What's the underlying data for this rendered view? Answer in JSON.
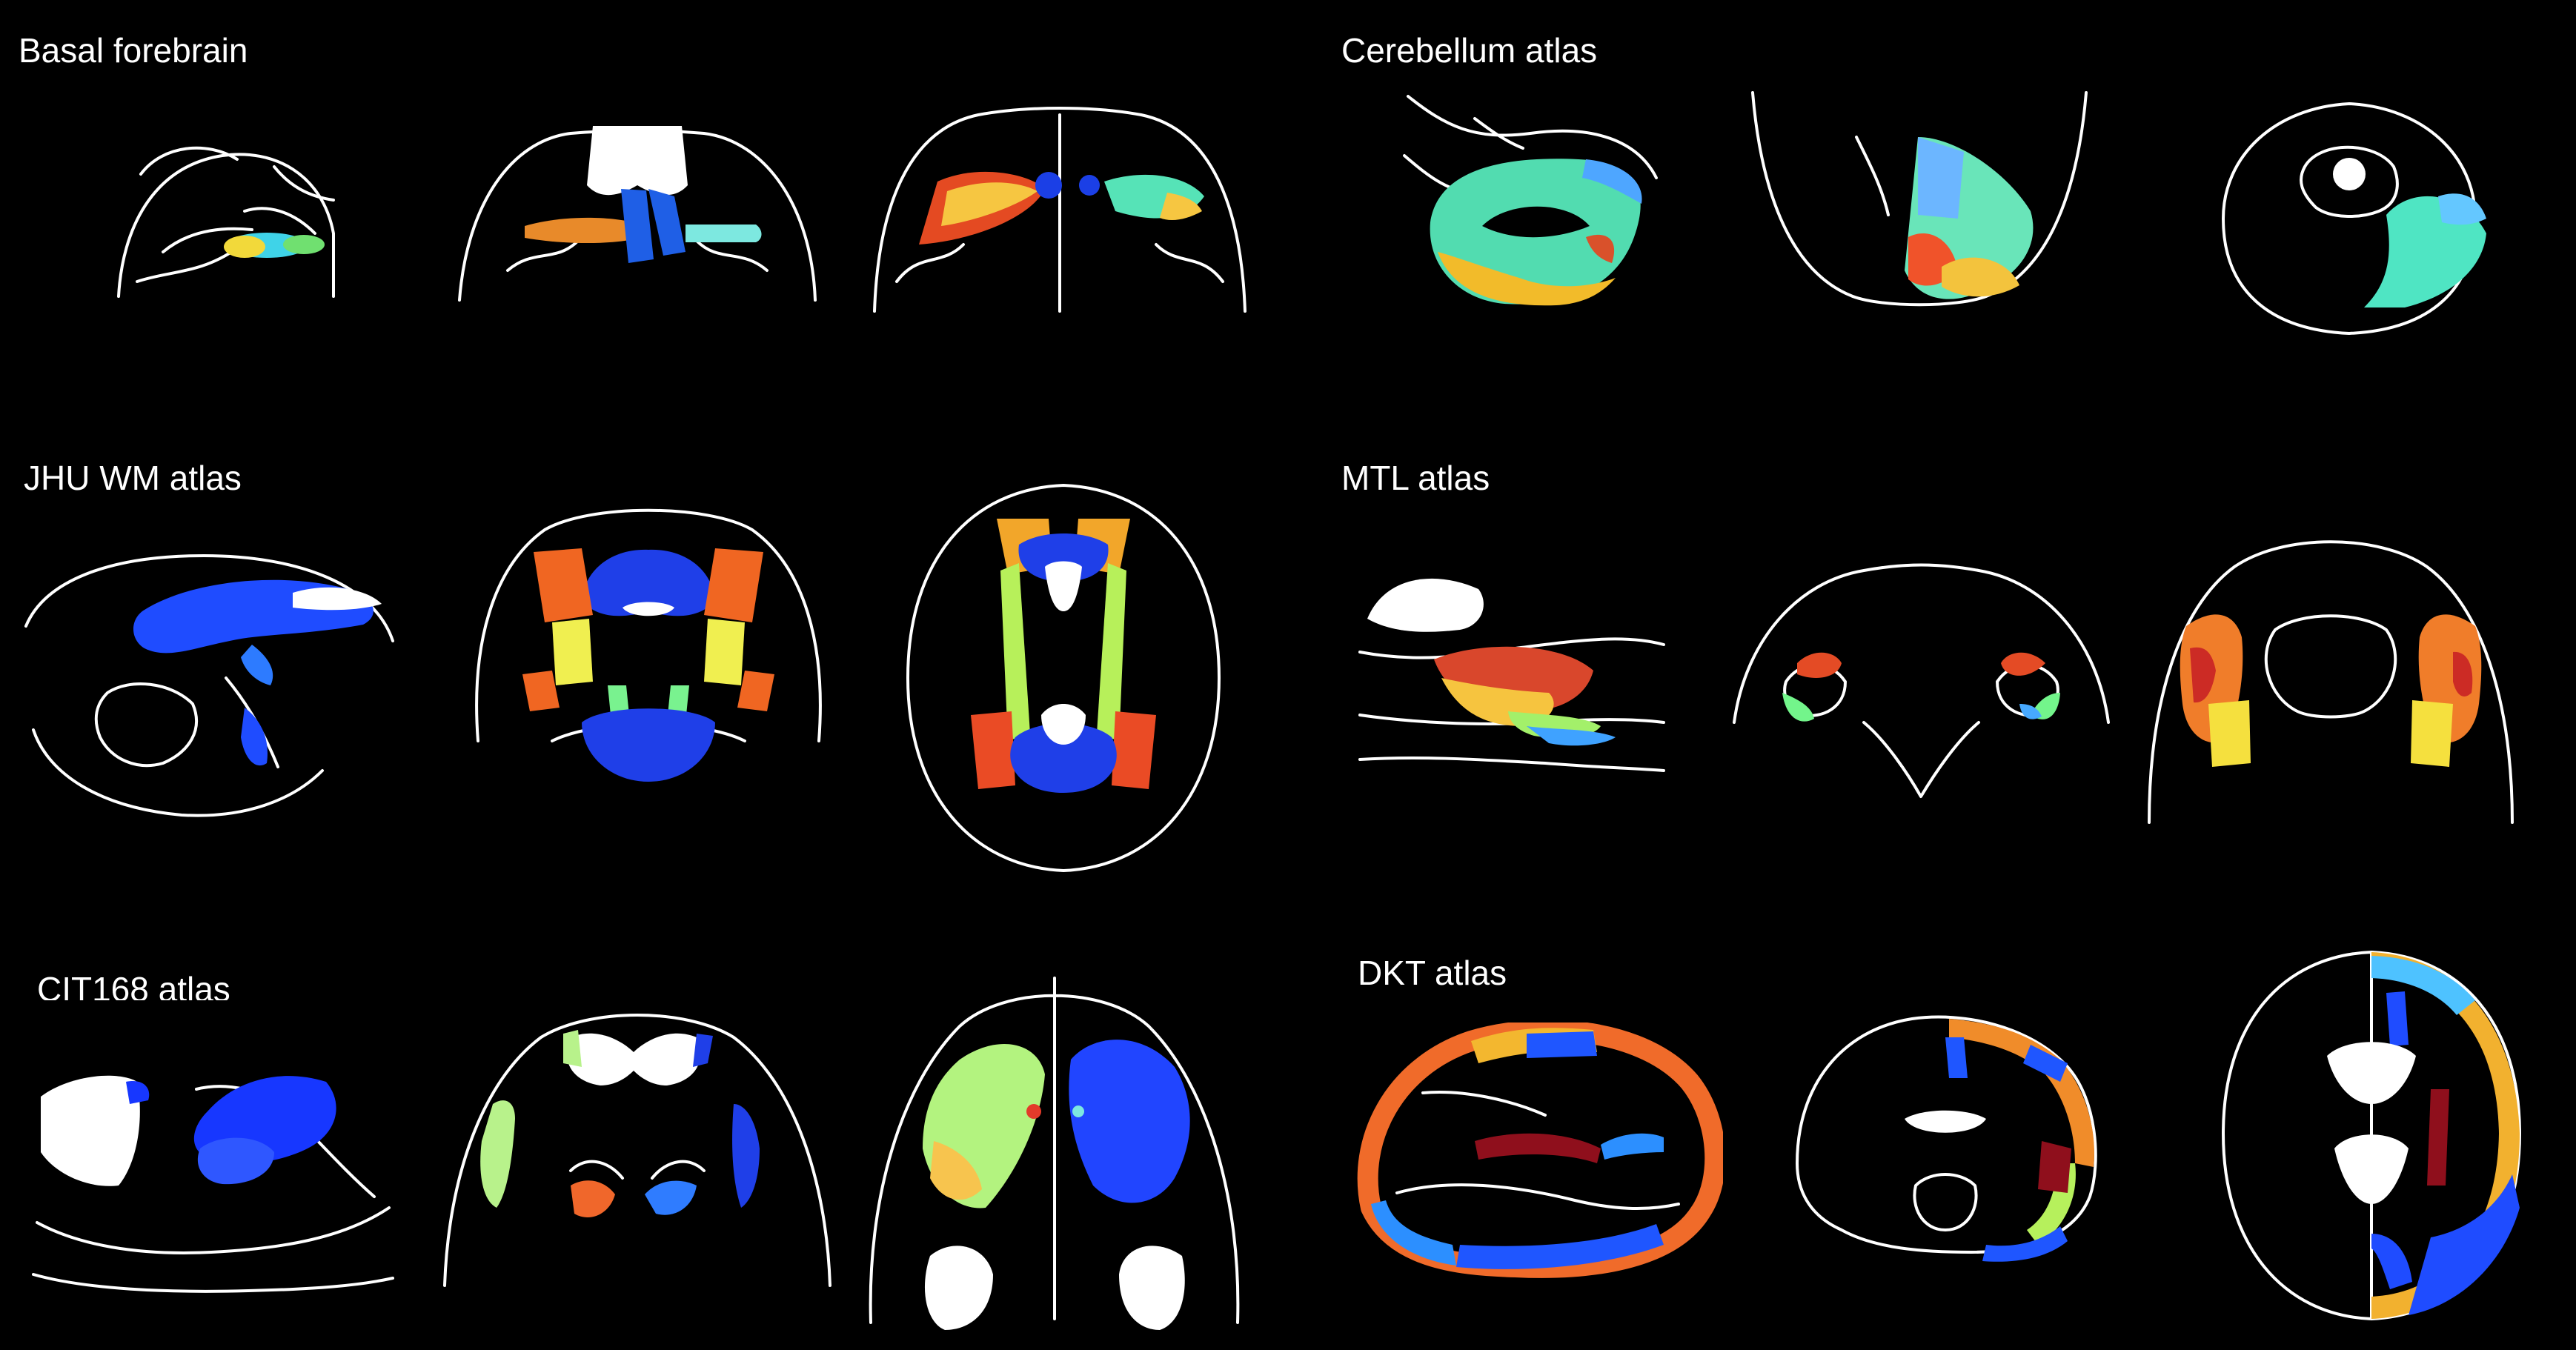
{
  "panels": [
    {
      "id": "basal",
      "title": "Basal forebrain",
      "views": [
        {
          "name": "sagittal",
          "colors": [
            "#f2d93a",
            "#3fd3e8",
            "#70e070"
          ]
        },
        {
          "name": "coronal",
          "colors": [
            "#e88a2a",
            "#1f5fe6",
            "#7de8e0"
          ]
        },
        {
          "name": "axial",
          "colors": [
            "#e44a22",
            "#1b3fe6",
            "#56e3b7",
            "#f6c641"
          ]
        }
      ]
    },
    {
      "id": "cerebellum",
      "title": "Cerebellum atlas",
      "views": [
        {
          "name": "sagittal",
          "colors": [
            "#f2bb2a",
            "#52dcb0",
            "#d9512b",
            "#4ea6ff"
          ]
        },
        {
          "name": "coronal",
          "colors": [
            "#69e5b9",
            "#6cb6ff",
            "#f0532a",
            "#f3c33d"
          ]
        },
        {
          "name": "axial",
          "colors": [
            "#4fe5c3",
            "#64c7ff"
          ]
        }
      ]
    },
    {
      "id": "jhu",
      "title": "JHU WM atlas",
      "views": [
        {
          "name": "sagittal",
          "colors": [
            "#1f4cff",
            "#2d7bff"
          ]
        },
        {
          "name": "coronal",
          "colors": [
            "#1f3fe8",
            "#f06622",
            "#f0ef50",
            "#79f28f"
          ]
        },
        {
          "name": "axial",
          "colors": [
            "#f2a62a",
            "#1f3fe8",
            "#b7f05a",
            "#ea4b25"
          ]
        }
      ]
    },
    {
      "id": "mtl",
      "title": "MTL atlas",
      "views": [
        {
          "name": "sagittal",
          "colors": [
            "#d9472c",
            "#f6c43f",
            "#a3f06a",
            "#3fa2ff"
          ]
        },
        {
          "name": "coronal",
          "colors": [
            "#e44b25",
            "#73f58b",
            "#47a9ff"
          ]
        },
        {
          "name": "axial",
          "colors": [
            "#f07d2a",
            "#f5e03e",
            "#cc2b25"
          ]
        }
      ]
    },
    {
      "id": "cit",
      "title": "CIT168 atlas",
      "views": [
        {
          "name": "sagittal",
          "colors": [
            "#1737ff",
            "#2f57ff"
          ]
        },
        {
          "name": "coronal",
          "colors": [
            "#b8f28b",
            "#1f3fe8",
            "#f0672b",
            "#2f7cff"
          ]
        },
        {
          "name": "axial",
          "colors": [
            "#b3f37f",
            "#2145ff",
            "#f7c44e"
          ]
        }
      ]
    },
    {
      "id": "dkt",
      "title": "DKT atlas",
      "views": [
        {
          "name": "sagittal",
          "colors": [
            "#f06b2a",
            "#f3b72f",
            "#1f56ff",
            "#8f0f1c",
            "#2c8fff"
          ]
        },
        {
          "name": "coronal",
          "colors": [
            "#f08c2a",
            "#1f56ff",
            "#b6f05c",
            "#8f0f1c"
          ]
        },
        {
          "name": "axial",
          "colors": [
            "#1f4cff",
            "#f2b12f",
            "#8f0f1c",
            "#4ec2ff"
          ]
        }
      ]
    }
  ]
}
